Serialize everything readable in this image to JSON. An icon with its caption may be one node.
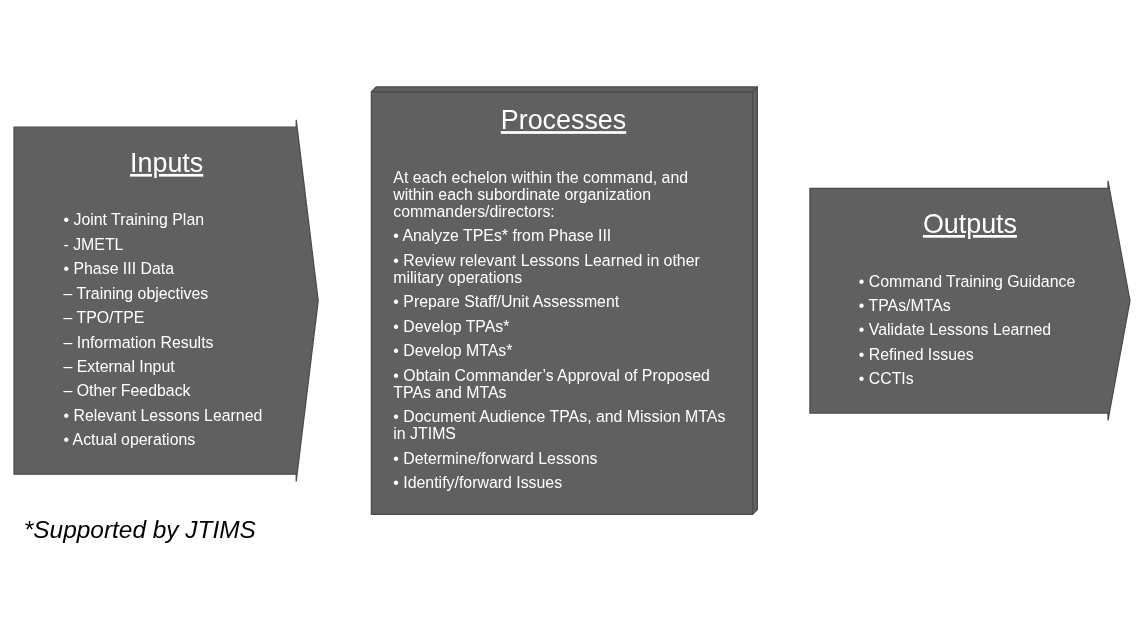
{
  "diagram": {
    "caption": "*Supported by JTIMS",
    "nodes": [
      {
        "text": [
          "Inputs",
          "• Joint Training Plan",
          "- JMETL",
          "• Phase III Data",
          "– Training objectives",
          "– TPO/TPE",
          "– Information Results",
          "– External Input",
          "– Other Feedback",
          "• Relevant Lessons Learned",
          "• Actual operations"
        ]
      },
      {
        "text": [
          "Processes",
          "At each echelon within the command, and within each subordinate organization commanders/directors:",
          "• Analyze TPEs* from Phase III",
          "• Review relevant Lessons Learned in other military operations",
          "• Prepare Staff/Unit Assessment",
          "• Develop TPAs*",
          "• Develop MTAs*",
          "• Obtain Commander’s Approval of Proposed TPAs and MTAs",
          "• Document Audience TPAs, and Mission MTAs in JTIMS",
          "• Determine/forward Lessons",
          "• Identify/forward Issues"
        ]
      },
      {
        "text": [
          "Outputs",
          "• Command Training Guidance",
          "• TPAs/MTAs",
          "• Validate Lessons Learned",
          "• Refined Issues",
          "• CCTIs"
        ]
      }
    ],
    "edges": []
  }
}
